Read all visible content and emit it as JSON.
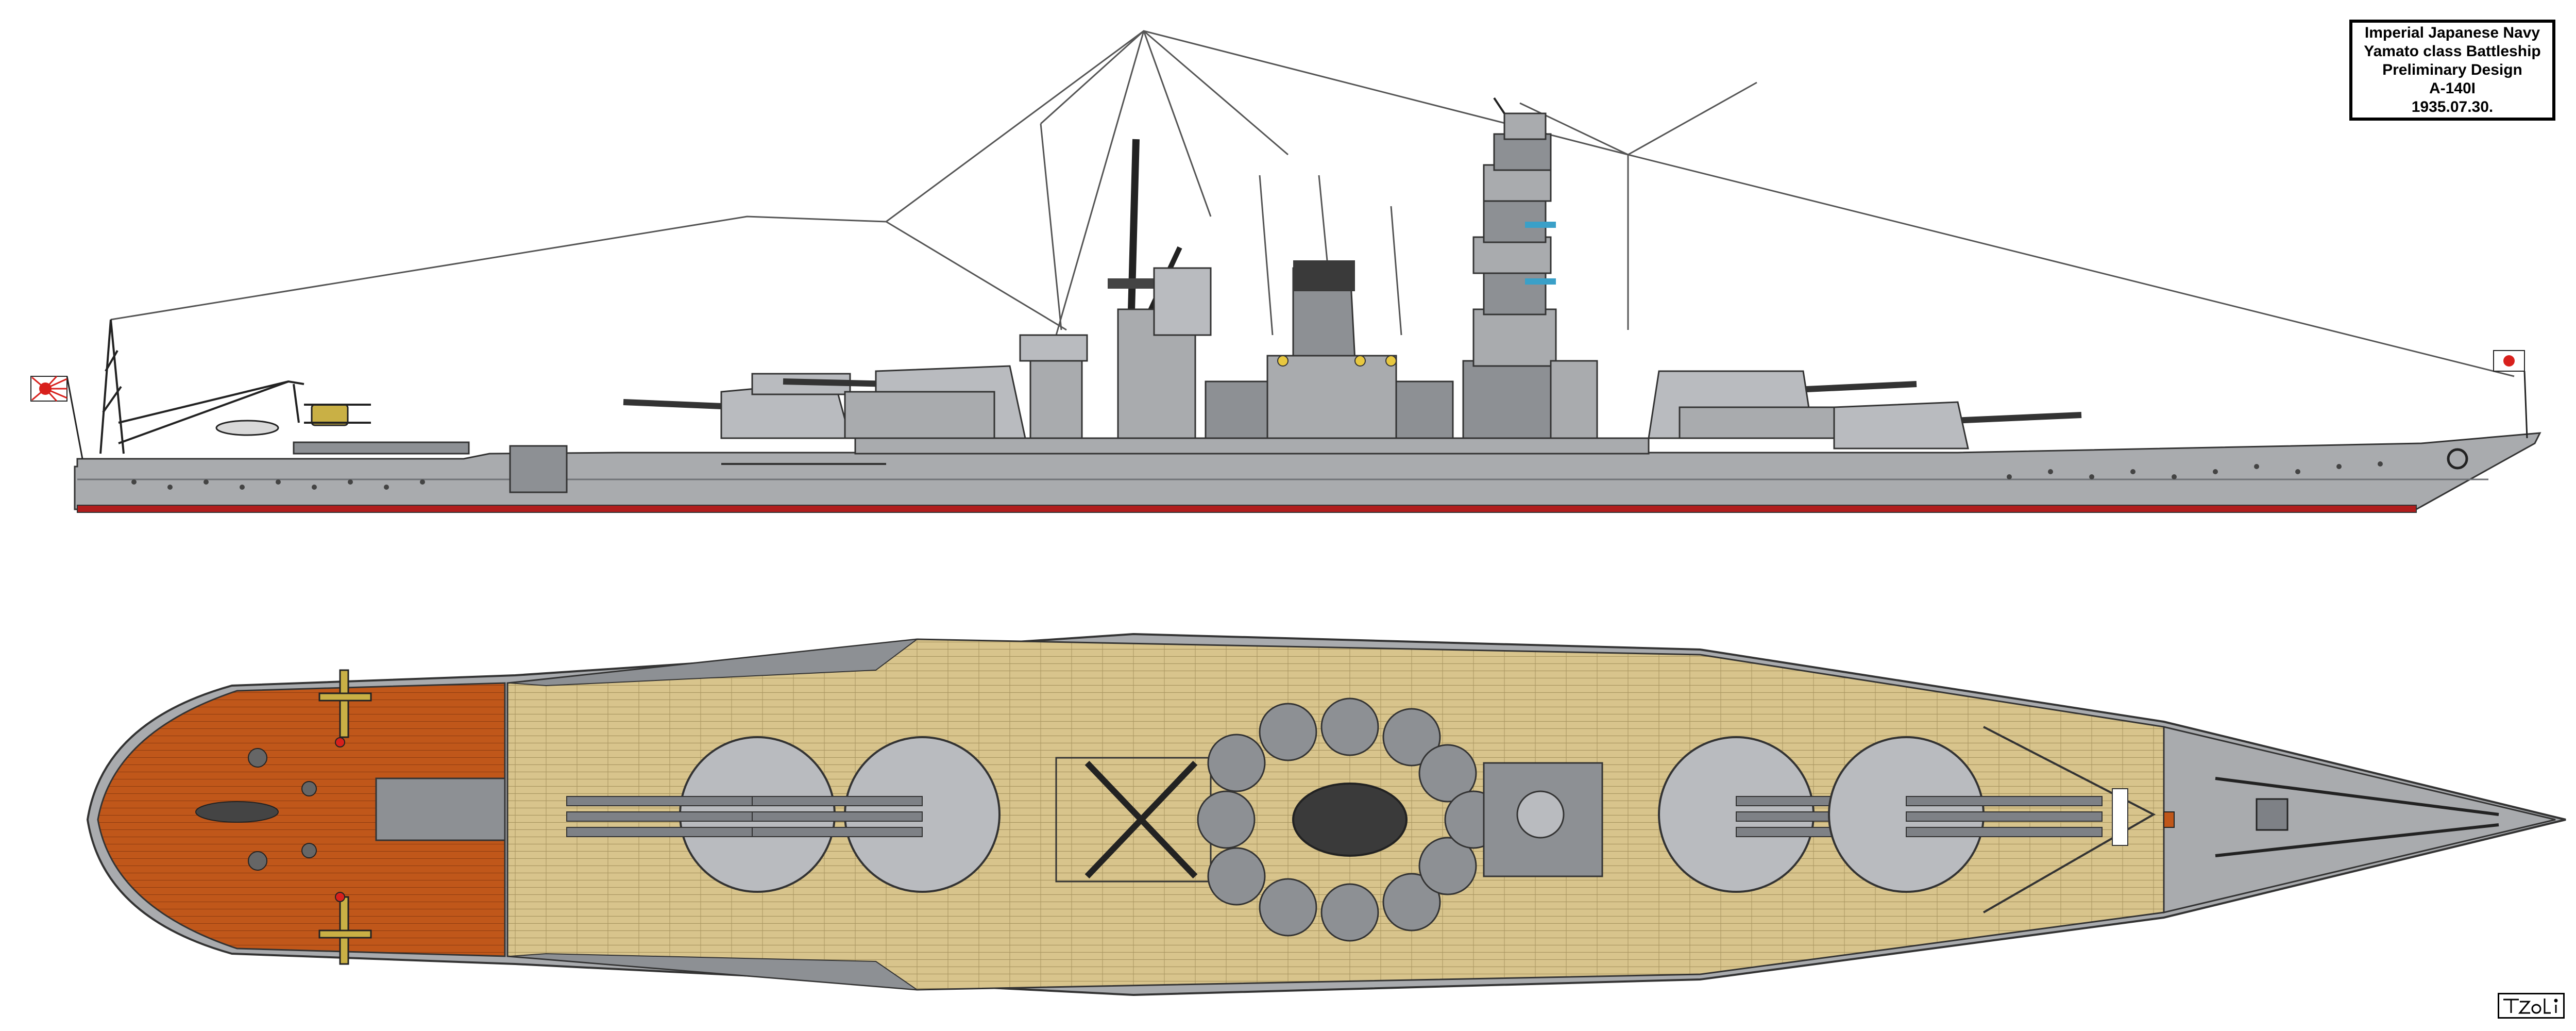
{
  "title_block": {
    "lines": [
      "Imperial Japanese Navy",
      "Yamato class Battleship",
      "Preliminary Design",
      "A-140I",
      "1935.07.30."
    ]
  },
  "signature": {
    "text": "TZoli"
  },
  "colors": {
    "hull_gray": "#a9abae",
    "hull_dark": "#8d9094",
    "boot_red": "#b01c1c",
    "wood_deck": "#d8c48c",
    "plank_line": "#a89560",
    "linoleum_deck": "#c0571a",
    "turret_gray": "#b9bbbf",
    "turret_dark": "#7e8186",
    "rigging": "#555555",
    "flag_red": "#d8201c"
  },
  "icons": [
    "rising-sun-ensign-icon",
    "hinomaru-jack-icon",
    "seaplane-icon",
    "signature-icon"
  ]
}
